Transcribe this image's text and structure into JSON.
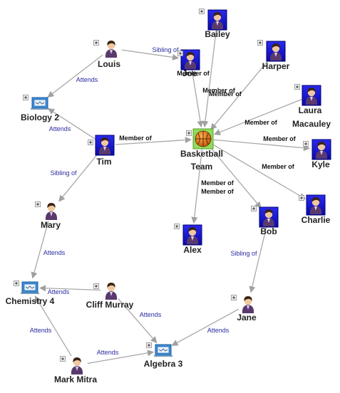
{
  "colors": {
    "person_tile": "#1a1ad8",
    "person_tile_border": "#000070",
    "edge": "#a8a8a8",
    "relation_label": "#2a2aa0",
    "membership_label": "#111111",
    "team_highlight": "#8fdc5a",
    "course_icon": "#3b8fd9"
  },
  "icons": {
    "person": "person-icon",
    "course": "course-icon",
    "team": "basketball-icon",
    "expander": "expand-plus-icon"
  },
  "nodes": [
    {
      "id": "louis",
      "label": "Louis",
      "type": "person"
    },
    {
      "id": "joe",
      "label": "Joe",
      "type": "person"
    },
    {
      "id": "bailey",
      "label": "Bailey",
      "type": "person"
    },
    {
      "id": "harper",
      "label": "Harper",
      "type": "person"
    },
    {
      "id": "laura",
      "label": "Laura Macauley",
      "type": "person"
    },
    {
      "id": "kyle",
      "label": "Kyle",
      "type": "person"
    },
    {
      "id": "charlie",
      "label": "Charlie",
      "type": "person"
    },
    {
      "id": "bob",
      "label": "Bob",
      "type": "person"
    },
    {
      "id": "alex",
      "label": "Alex",
      "type": "person"
    },
    {
      "id": "tim",
      "label": "Tim",
      "type": "person"
    },
    {
      "id": "mary",
      "label": "Mary",
      "type": "person"
    },
    {
      "id": "cliff",
      "label": "Cliff Murray",
      "type": "person"
    },
    {
      "id": "jane",
      "label": "Jane",
      "type": "person"
    },
    {
      "id": "mark",
      "label": "Mark Mitra",
      "type": "person"
    },
    {
      "id": "team",
      "label": "Basketball Team",
      "type": "team"
    },
    {
      "id": "bio",
      "label": "Biology 2",
      "type": "course"
    },
    {
      "id": "chem",
      "label": "Chemistry 4",
      "type": "course"
    },
    {
      "id": "alg",
      "label": "Algebra 3",
      "type": "course"
    }
  ],
  "edges": [
    {
      "from": "louis",
      "to": "joe",
      "label": "Sibling of",
      "bold": false
    },
    {
      "from": "louis",
      "to": "bio",
      "label": "Attends",
      "bold": false
    },
    {
      "from": "tim",
      "to": "bio",
      "label": "Attends",
      "bold": false
    },
    {
      "from": "tim",
      "to": "team",
      "label": "Member of",
      "bold": true
    },
    {
      "from": "tim",
      "to": "mary",
      "label": "Sibling of",
      "bold": false
    },
    {
      "from": "mary",
      "to": "chem",
      "label": "Attends",
      "bold": false
    },
    {
      "from": "cliff",
      "to": "chem",
      "label": "Attends",
      "bold": false
    },
    {
      "from": "cliff",
      "to": "alg",
      "label": "Attends",
      "bold": false
    },
    {
      "from": "mark",
      "to": "chem",
      "label": "Attends",
      "bold": false
    },
    {
      "from": "mark",
      "to": "alg",
      "label": "Attends",
      "bold": false
    },
    {
      "from": "jane",
      "to": "alg",
      "label": "Attends",
      "bold": false
    },
    {
      "from": "bob",
      "to": "jane",
      "label": "Sibling of",
      "bold": false
    },
    {
      "from": "joe",
      "to": "team",
      "label": "Member of",
      "bold": true
    },
    {
      "from": "bailey",
      "to": "team",
      "label": "Member of",
      "bold": true
    },
    {
      "from": "harper",
      "to": "team",
      "label": "Member of",
      "bold": true
    },
    {
      "from": "laura",
      "to": "team",
      "label": "Member of",
      "bold": true
    },
    {
      "from": "team",
      "to": "kyle",
      "label": "Member of",
      "bold": true
    },
    {
      "from": "team",
      "to": "charlie",
      "label": "Member of",
      "bold": true
    },
    {
      "from": "team",
      "to": "alex",
      "label": "Member of",
      "bold": true
    },
    {
      "from": "team",
      "to": "bob",
      "label": "Member of",
      "bold": true
    }
  ]
}
